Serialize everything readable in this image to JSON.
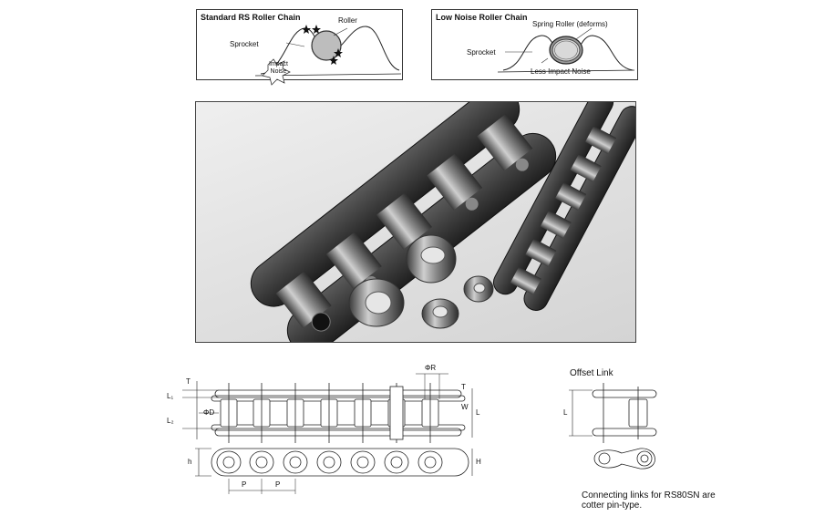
{
  "standard_panel": {
    "title": "Standard RS Roller Chain",
    "roller_label": "Roller",
    "sprocket_label": "Sprocket",
    "impact_line1": "Impact",
    "impact_line2": "Noise"
  },
  "low_noise_panel": {
    "title": "Low Noise Roller Chain",
    "spring_roller_label": "Spring Roller (deforms)",
    "sprocket_label": "Sprocket",
    "less_impact_label": "Less Impact Noise"
  },
  "drawing": {
    "dims": {
      "T_top": "T",
      "L1": "L₁",
      "L2": "L₂",
      "phiD": "ΦD",
      "phiR": "ΦR",
      "T_right": "T",
      "W": "W",
      "L": "L",
      "h": "h",
      "H": "H",
      "P1": "P",
      "P2": "P"
    }
  },
  "offset_link": {
    "title": "Offset Link",
    "L": "L"
  },
  "note": {
    "line1": "Connecting links for RS80SN are",
    "line2": "cotter pin-type."
  }
}
